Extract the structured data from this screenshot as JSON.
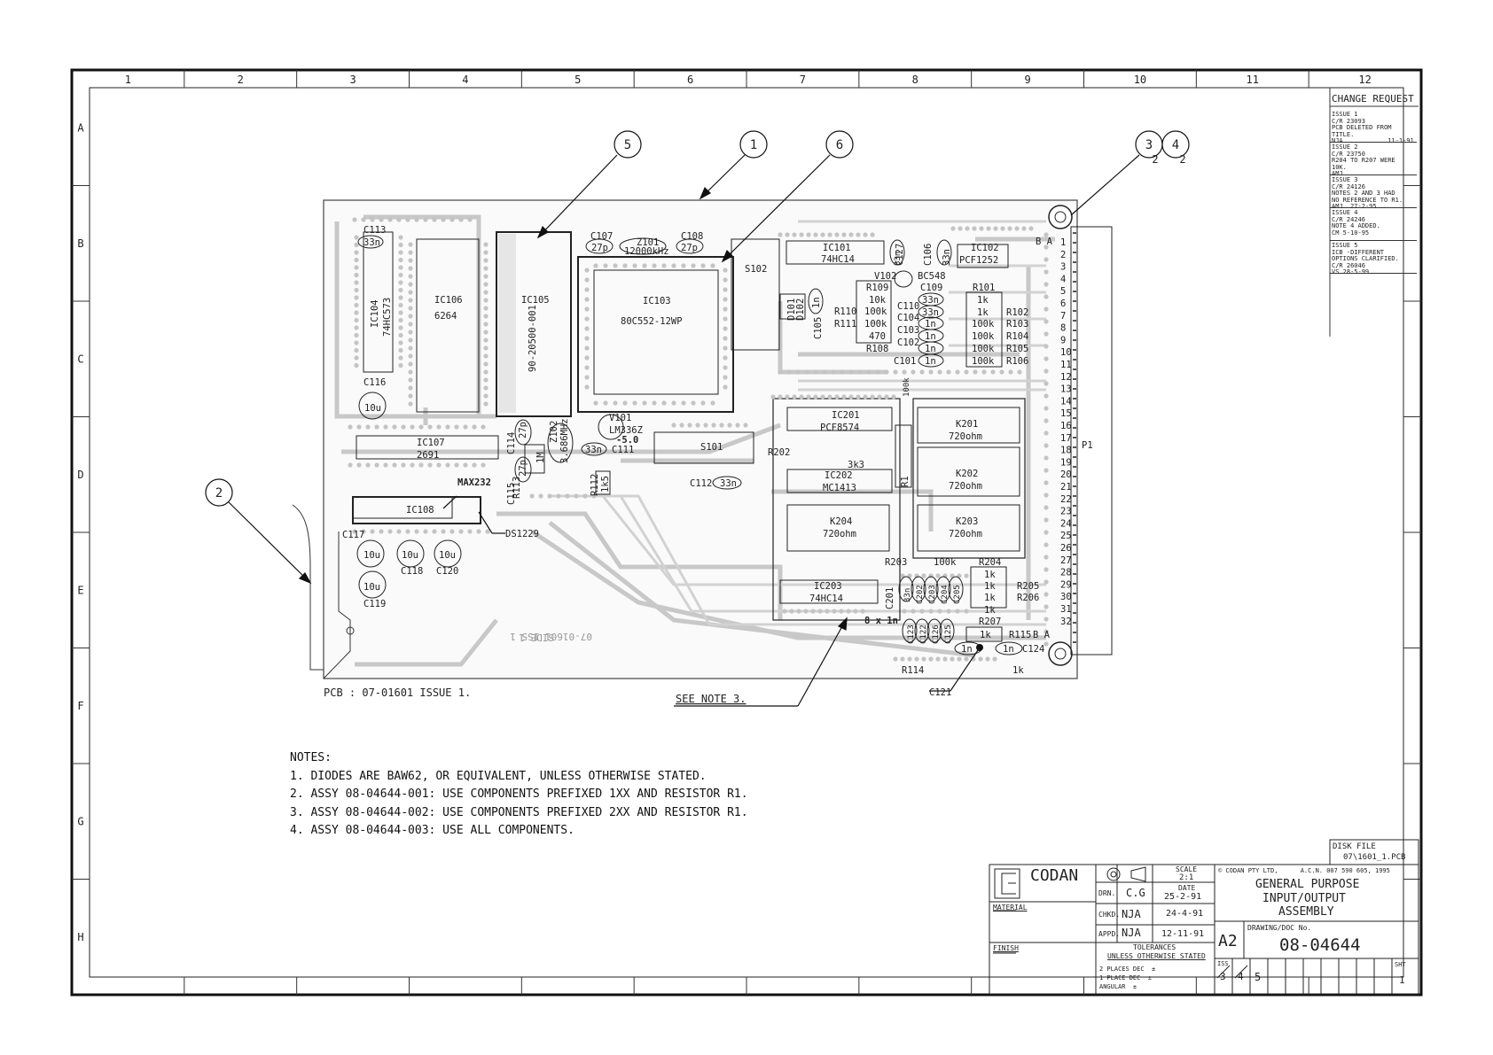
{
  "frame": {
    "columns": [
      "1",
      "2",
      "3",
      "4",
      "5",
      "6",
      "7",
      "8",
      "9",
      "10",
      "11",
      "12"
    ],
    "rows": [
      "A",
      "B",
      "C",
      "D",
      "E",
      "F",
      "G",
      "H"
    ]
  },
  "change_request": {
    "title": "CHANGE REQUEST",
    "issues": [
      [
        "ISSUE 1",
        "C/R 23093",
        "PCB DELETED FROM",
        "TITLE.",
        "NJA            11-1-91"
      ],
      [
        "ISSUE 2",
        "C/R 23750",
        "R204 TO R207 WERE",
        "10K.",
        "AMJ"
      ],
      [
        "ISSUE 3",
        "C/R 24126",
        "NOTES 2 AND 3 HAD",
        "NO REFERENCE TO R1.",
        "AMJ  27-2-95"
      ],
      [
        "ISSUE 4",
        "C/R 24246",
        "NOTE 4 ADDED.",
        "CM 5-10-95"
      ],
      [
        "ISSUE 5",
        "ICB -DIFFERENT",
        "OPTIONS CLARIFIED.",
        "C/R 26046",
        "VS 28-5-99"
      ]
    ]
  },
  "callouts": [
    {
      "n": "5"
    },
    {
      "n": "1"
    },
    {
      "n": "6"
    },
    {
      "n": "3",
      "sub": "2"
    },
    {
      "n": "4",
      "sub": "2"
    },
    {
      "n": "2"
    }
  ],
  "components": {
    "ic104": "IC104",
    "ic104v": "74HC573",
    "ic106": "IC106",
    "ic106v": "6264",
    "ic105": "IC105",
    "ic105v": "90-20500-001",
    "ic103": "IC103",
    "ic103v": "80C552-12WP",
    "ic101": "IC101",
    "ic101v": "74HC14",
    "ic102": "IC102",
    "ic102v": "PCF1252",
    "ic107": "IC107",
    "ic107v": "2691",
    "ic108": "IC108",
    "max232": "MAX232",
    "ds1229": "DS1229",
    "ic201": "IC201",
    "ic201v": "PCF8574",
    "ic202": "IC202",
    "ic202v": "MC1413",
    "ic203": "IC203",
    "ic203v": "74HC14",
    "s101": "S101",
    "s102": "S102",
    "k201": "K201",
    "k202": "K202",
    "k203": "K203",
    "k204": "K204",
    "ohm": "720ohm",
    "c113": "C113",
    "c113v": "33n",
    "c116": "C116",
    "c117": "C117",
    "c118": "C118",
    "c119": "C119",
    "c120": "C120",
    "v10u": "10u",
    "c107": "C107",
    "c108": "C108",
    "z101": "Z101",
    "z101v": "12000kHz",
    "p27": "27p",
    "v101": "V101",
    "v101v": "LM336Z",
    "v101b": "-5.0",
    "c111": "C111",
    "c112": "C112",
    "v33n": "33n",
    "v1n": "1n",
    "c114": "C114",
    "c115": "C115",
    "r113": "R113",
    "r113v": "1M",
    "z102": "Z102",
    "z102v": "3.686MHz",
    "r112": "R112",
    "r112v": "1k5",
    "v102": "V102",
    "bc548": "BC548",
    "c127": "C127",
    "c106": "C106",
    "c105": "C105",
    "d101": "D101",
    "d102": "D102",
    "r109": "R109",
    "r110": "R110",
    "r111": "R111",
    "r108": "R108",
    "v10k": "10k",
    "v100k": "100k",
    "v470": "470",
    "v1k": "1k",
    "c109": "C109",
    "c110": "C110",
    "c104": "C104",
    "c103": "C103",
    "c102": "C102",
    "c101": "C101",
    "r101": "R101",
    "r102": "R102",
    "r103": "R103",
    "r104": "R104",
    "r105": "R105",
    "r106": "R106",
    "r202": "R202",
    "r202v": "3k3",
    "r1": "R1",
    "r203": "R203",
    "r204": "R204",
    "r205": "R205",
    "r206": "R206",
    "r207": "R207",
    "c201": "C201",
    "c202": "C202",
    "c203": "C203",
    "c204": "C204",
    "c205": "C205",
    "c8x": "8 x 1n",
    "c121": "C121",
    "c122": "C122",
    "c123": "C123",
    "c124": "C124",
    "c125": "C125",
    "c126": "C126",
    "r114": "R114",
    "r115": "R115",
    "p1": "P1",
    "ba": "B A",
    "silk1": "07-01601 ISS 1",
    "silk2": "SIDE 1"
  },
  "pin_numbers": [
    "1",
    "2",
    "3",
    "4",
    "5",
    "6",
    "7",
    "8",
    "9",
    "10",
    "11",
    "12",
    "13",
    "14",
    "15",
    "16",
    "17",
    "18",
    "19",
    "20",
    "21",
    "22",
    "23",
    "24",
    "25",
    "26",
    "27",
    "28",
    "29",
    "30",
    "31",
    "32"
  ],
  "pcb_label": "PCB : 07-01601 ISSUE 1.",
  "see_note": "SEE NOTE 3.",
  "notes": {
    "title": "NOTES:",
    "items": [
      "1. DIODES ARE BAW62, OR EQUIVALENT, UNLESS OTHERWISE STATED.",
      "2. ASSY 08-04644-001: USE COMPONENTS PREFIXED 1XX AND RESISTOR R1.",
      "3. ASSY 08-04644-002: USE COMPONENTS PREFIXED 2XX AND RESISTOR R1.",
      "4. ASSY 08-04644-003: USE ALL COMPONENTS."
    ]
  },
  "title_block": {
    "disk_file_label": "DISK FILE",
    "disk_file": "07\\1601_1.PCB",
    "company": "CODAN",
    "material": "MATERIAL",
    "finish": "FINISH",
    "drn": "DRN.",
    "drn_by": "C.G",
    "chkd": "CHKD.",
    "chkd_by": "NJA",
    "appd": "APPD.",
    "appd_by": "NJA",
    "scale_label": "SCALE",
    "scale": "2:1",
    "date_label": "DATE",
    "date_drn": "25-2-91",
    "date_chkd": "24-4-91",
    "date_appd": "12-11-91",
    "tolerances": "TOLERANCES",
    "unless": "UNLESS OTHERWISE STATED",
    "tol1": "2 PLACES DEC  ±",
    "tol2": "1 PLACE DEC  ±",
    "tol3": "ANGULAR  ±",
    "copyright": "© CODAN PTY LTD,      A.C.N. 007 590 605, 1995",
    "title1": "GENERAL PURPOSE",
    "title2": "INPUT/OUTPUT",
    "title3": "ASSEMBLY",
    "size": "A2",
    "doc_label": "DRAWING/DOC No.",
    "doc_no": "08-04644",
    "iss_label": "ISS",
    "iss_3": "3",
    "iss_4": "4",
    "iss_5": "5",
    "sht_label": "SHT",
    "sht": "1"
  }
}
